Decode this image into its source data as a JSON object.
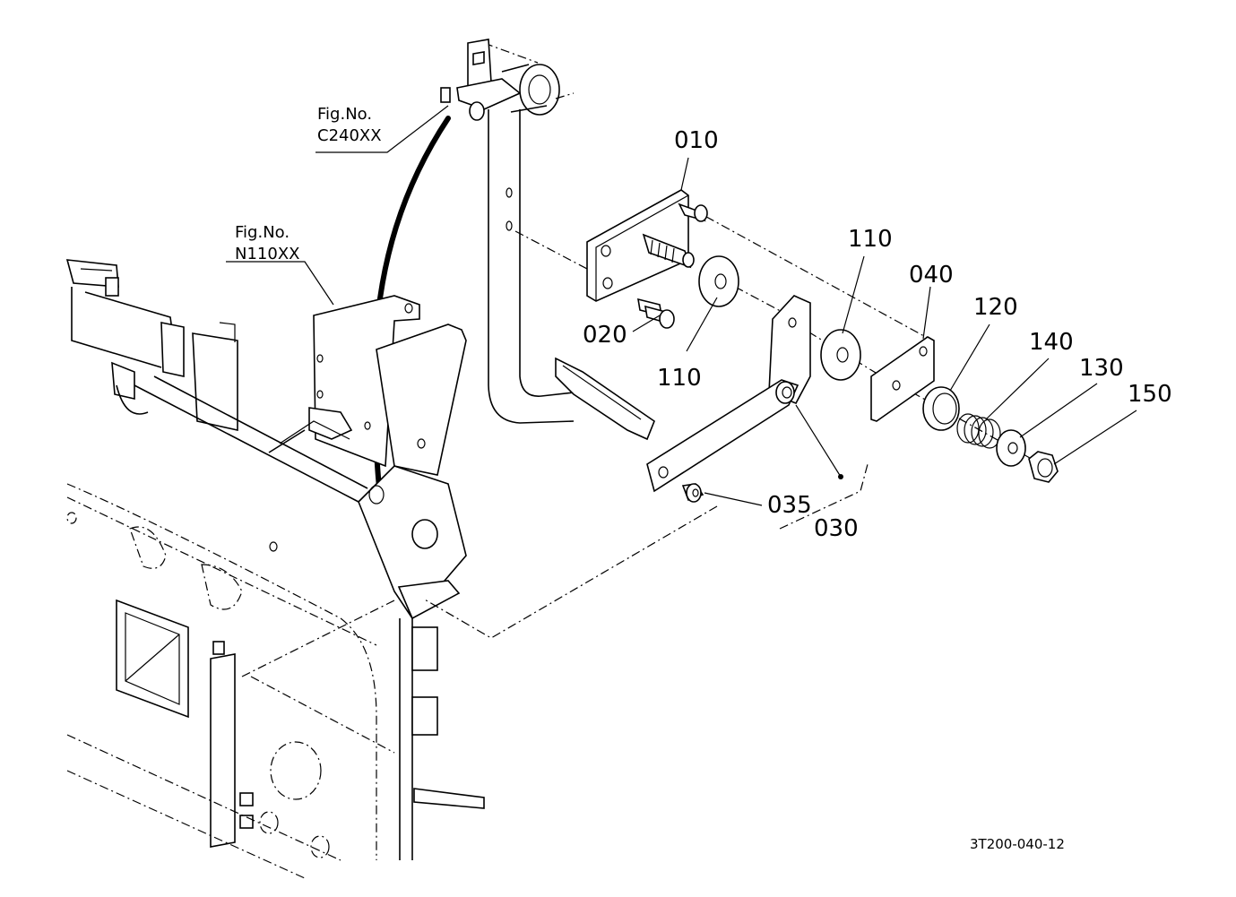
{
  "figure_refs": [
    {
      "line1": "Fig.No.",
      "line2": "C240XX"
    },
    {
      "line1": "Fig.No.",
      "line2": "N110XX"
    }
  ],
  "callouts": {
    "c010": "010",
    "c020": "020",
    "c110a": "110",
    "c110b": "110",
    "c040": "040",
    "c120": "120",
    "c140": "140",
    "c130": "130",
    "c150": "150",
    "c035": "035",
    "c030": "030"
  },
  "drawing_code": "3T200-040-12"
}
